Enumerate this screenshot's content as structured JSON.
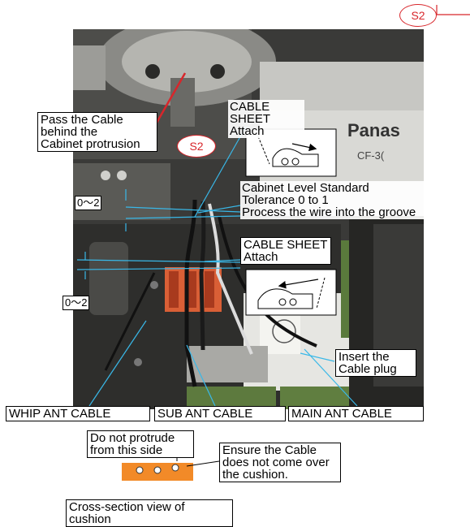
{
  "markers": {
    "s2_top": "S2",
    "s2_mid": "S2"
  },
  "labels": {
    "pass_cable": "Pass the Cable\nbehind the\nCabinet protrusion",
    "cable_sheet_top": "CABLE SHEET\nAttach",
    "cabinet_level": "Cabinet Level Standard\nTolerance 0 to 1\nProcess the wire into the groove",
    "cable_sheet_mid": "CABLE SHEET\nAttach",
    "tolerance_top": "0～2",
    "tolerance_bottom": "0～2",
    "insert_plug": "Insert the\nCable plug",
    "whip_ant": "WHIP ANT CABLE",
    "sub_ant": "SUB ANT CABLE",
    "main_ant": "MAIN ANT CABLE",
    "do_not_protrude": "Do not protrude\nfrom this side",
    "ensure_cable": "Ensure the Cable\ndoes not come over\nthe cushion.",
    "cross_section": "Cross-section view of cushion"
  },
  "photo_text": {
    "brand": "Panas",
    "model": "CF-3("
  },
  "colors": {
    "callout_red": "#d8262b",
    "leader_cyan": "#39b8e8",
    "cushion": "#f28a28"
  }
}
